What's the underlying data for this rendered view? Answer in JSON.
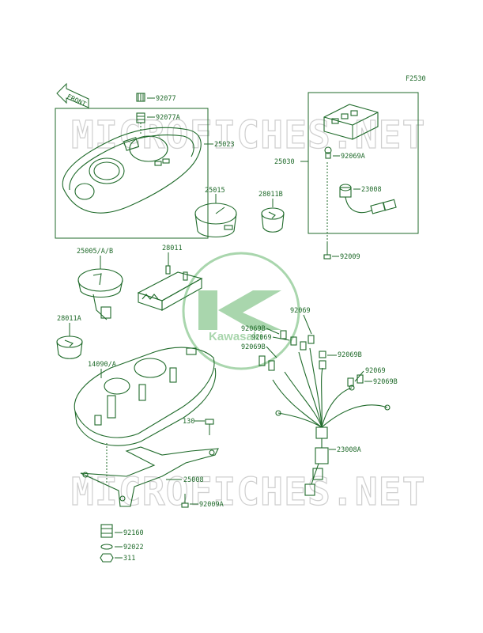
{
  "figure_code": "F2530",
  "front_marker": "FRONT",
  "watermark_top": "MICROFICHES.NET",
  "watermark_bottom": "MICROFICHES.NET",
  "logo_text": "Kawasaki",
  "part_labels": {
    "p92077": "92077",
    "p92077A": "92077A",
    "p25023": "25023",
    "p25030": "25030",
    "p92069A_top": "92069A",
    "p23008": "23008",
    "p92009": "92009",
    "p25015": "25015",
    "p28011B": "28011B",
    "p25005": "25005/A/B",
    "p28011": "28011",
    "p28011A": "28011A",
    "p92069_a": "92069",
    "p92069B_a": "92069B",
    "p92069_b": "92069",
    "p92069B_b": "92069B",
    "p92069B_r": "92069B",
    "p92069_r": "92069",
    "p92069B_r2": "92069B",
    "p14090": "14090/A",
    "p130": "130",
    "p23008A": "23008A",
    "p25008": "25008",
    "p92009A": "92009A",
    "p92160": "92160",
    "p92022": "92022",
    "p311": "311"
  }
}
